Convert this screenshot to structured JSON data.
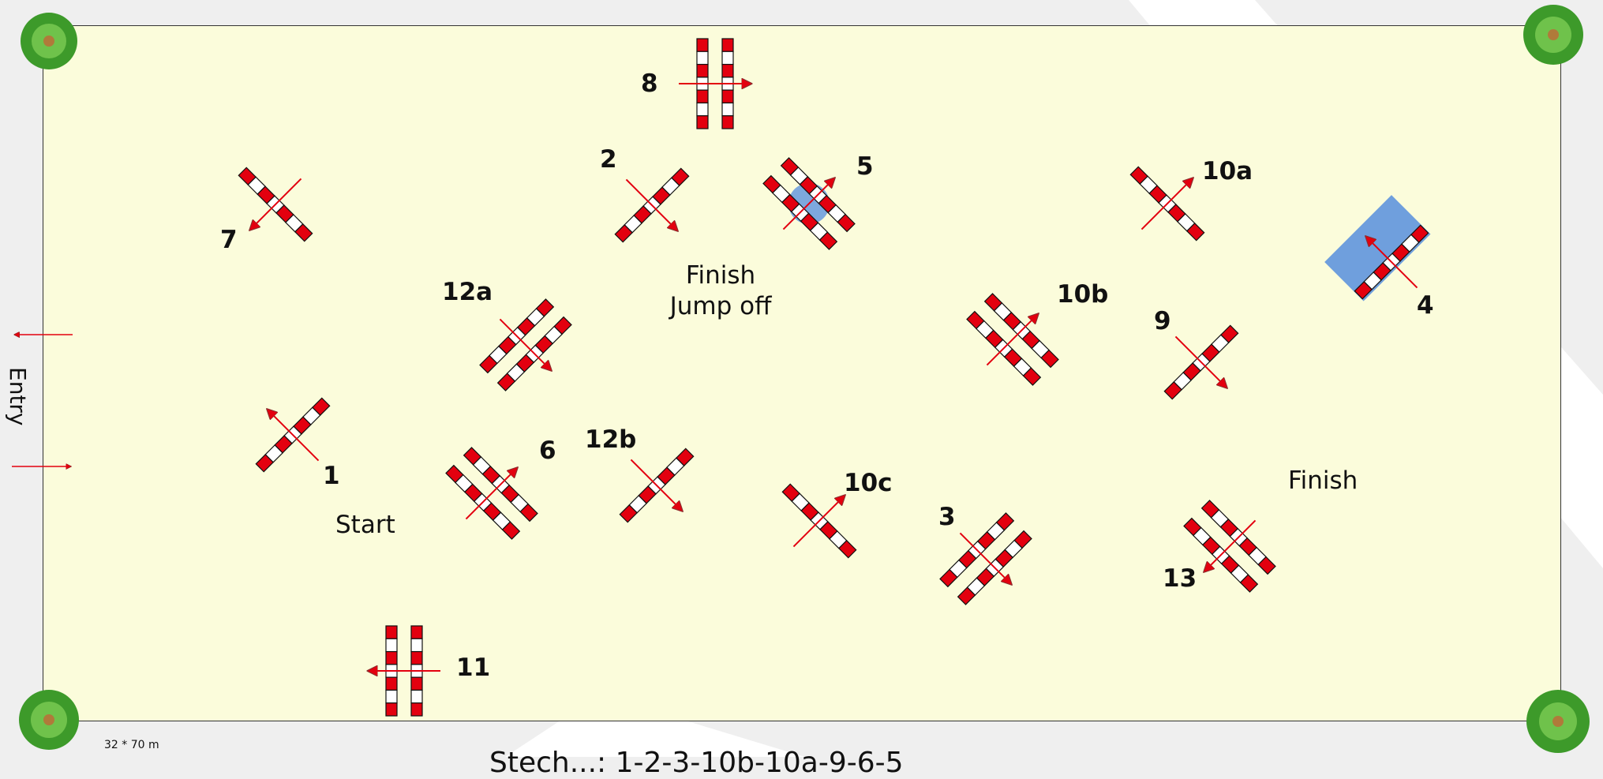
{
  "entry_label": "Entry",
  "dimensions": "32 * 70 m",
  "jump_numbers": {
    "n1": "1",
    "n2": "2",
    "n3": "3",
    "n4": "4",
    "n5": "5",
    "n6": "6",
    "n7": "7",
    "n8": "8",
    "n9": "9",
    "n10a": "10a",
    "n10b": "10b",
    "n10c": "10c",
    "n11": "11",
    "n12a": "12a",
    "n12b": "12b",
    "n13": "13"
  },
  "start_label": "Start",
  "finish_label": "Finish",
  "finish_jumpoff_line1": "Finish",
  "finish_jumpoff_line2": "Jump off",
  "jumpoff_sequence": "Stech...: 1-2-3-10b-10a-9-6-5",
  "colors": {
    "arena": "#fbfcdb",
    "pole_red": "#e3000f",
    "water": "#6f9fdd",
    "arrow": "#e3000f"
  }
}
